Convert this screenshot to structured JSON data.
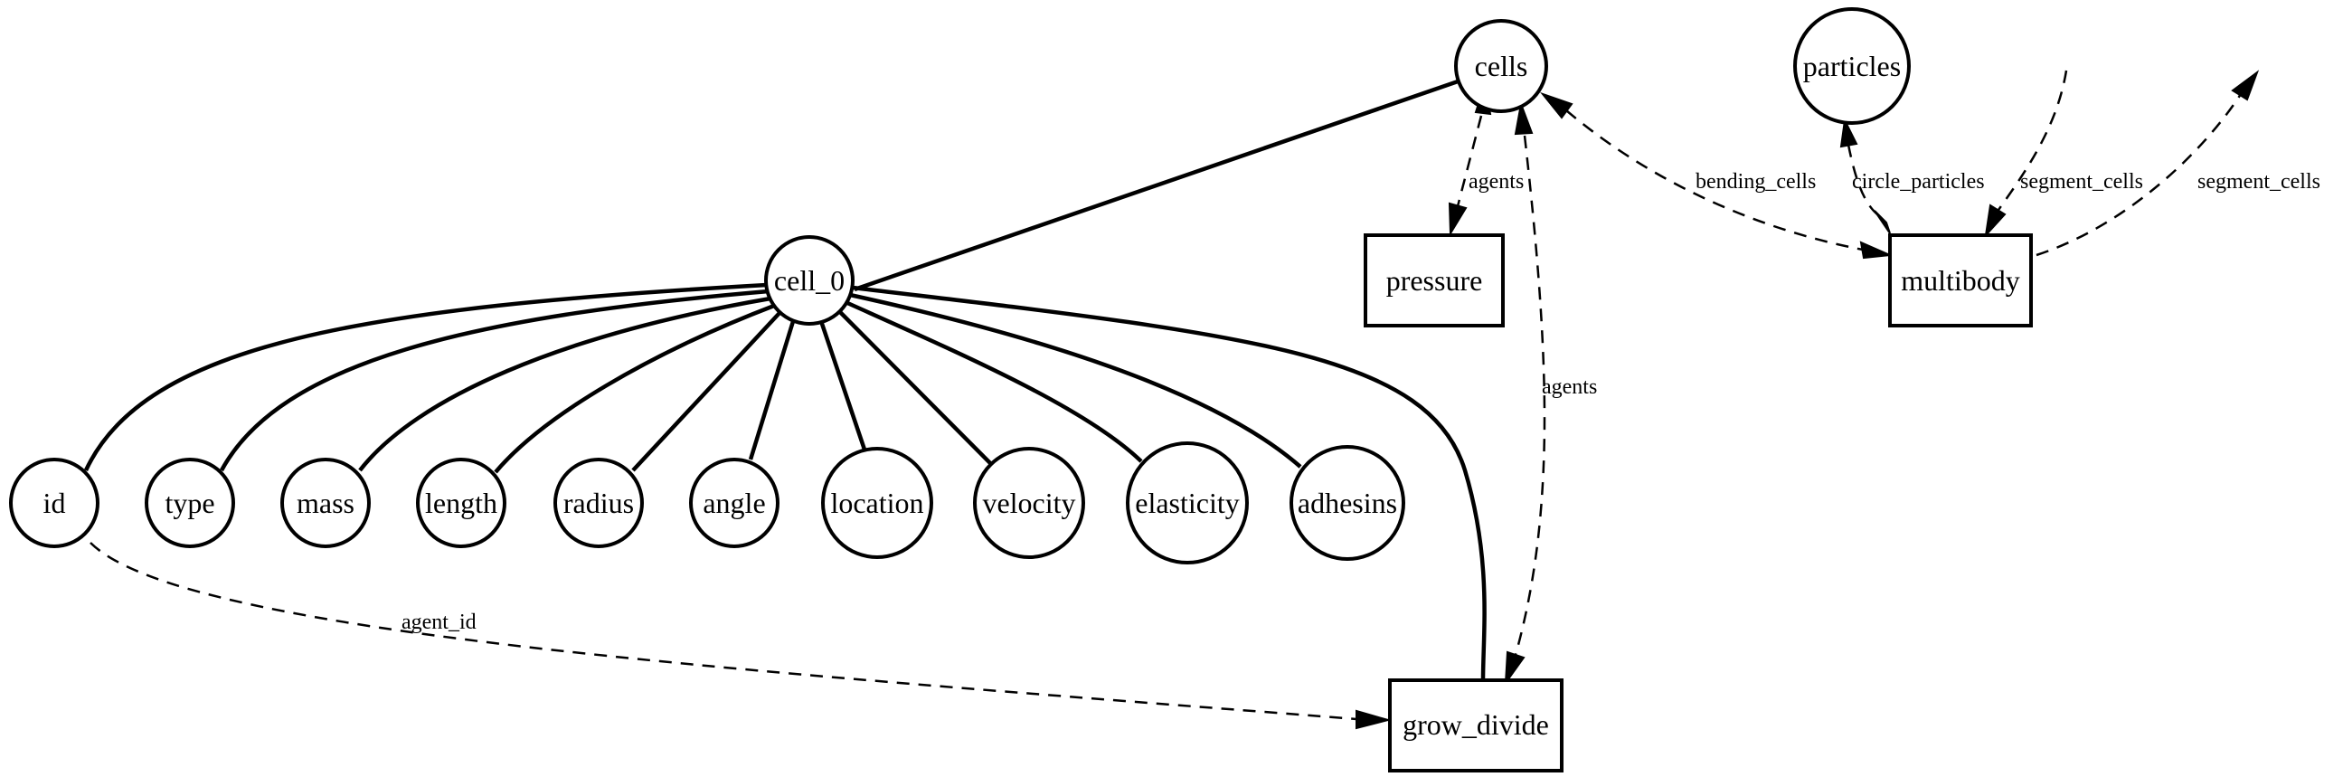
{
  "nodes": {
    "cells": "cells",
    "particles": "particles",
    "cell_0": "cell_0",
    "pressure": "pressure",
    "multibody": "multibody",
    "grow_divide": "grow_divide",
    "id": "id",
    "type": "type",
    "mass": "mass",
    "length": "length",
    "radius": "radius",
    "angle": "angle",
    "location": "location",
    "velocity": "velocity",
    "elasticity": "elasticity",
    "adhesins": "adhesins"
  },
  "edges": {
    "cells_pressure": "agents",
    "cells_grow_divide": "agents",
    "cells_multibody": "bending_cells",
    "particles_multibody": "circle_particles",
    "segment_in": "segment_cells",
    "segment_out": "segment_cells",
    "id_grow_divide": "agent_id"
  }
}
